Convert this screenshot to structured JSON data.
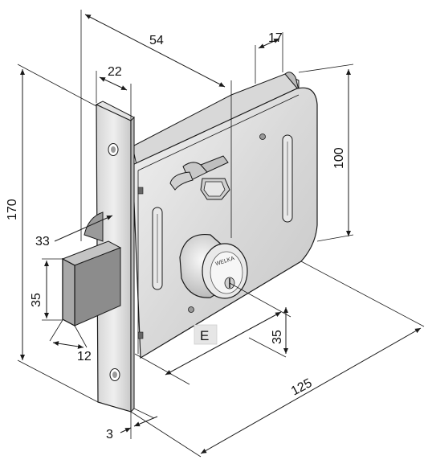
{
  "diagram": {
    "dimensions": {
      "d54": "54",
      "d17": "17",
      "d22": "22",
      "d170": "170",
      "d100": "100",
      "d33": "33",
      "d35_left": "35",
      "d12": "12",
      "d3": "3",
      "d125": "125",
      "d35_cyl": "35"
    },
    "label_e": "E",
    "cylinder_brand": "WELKA"
  }
}
